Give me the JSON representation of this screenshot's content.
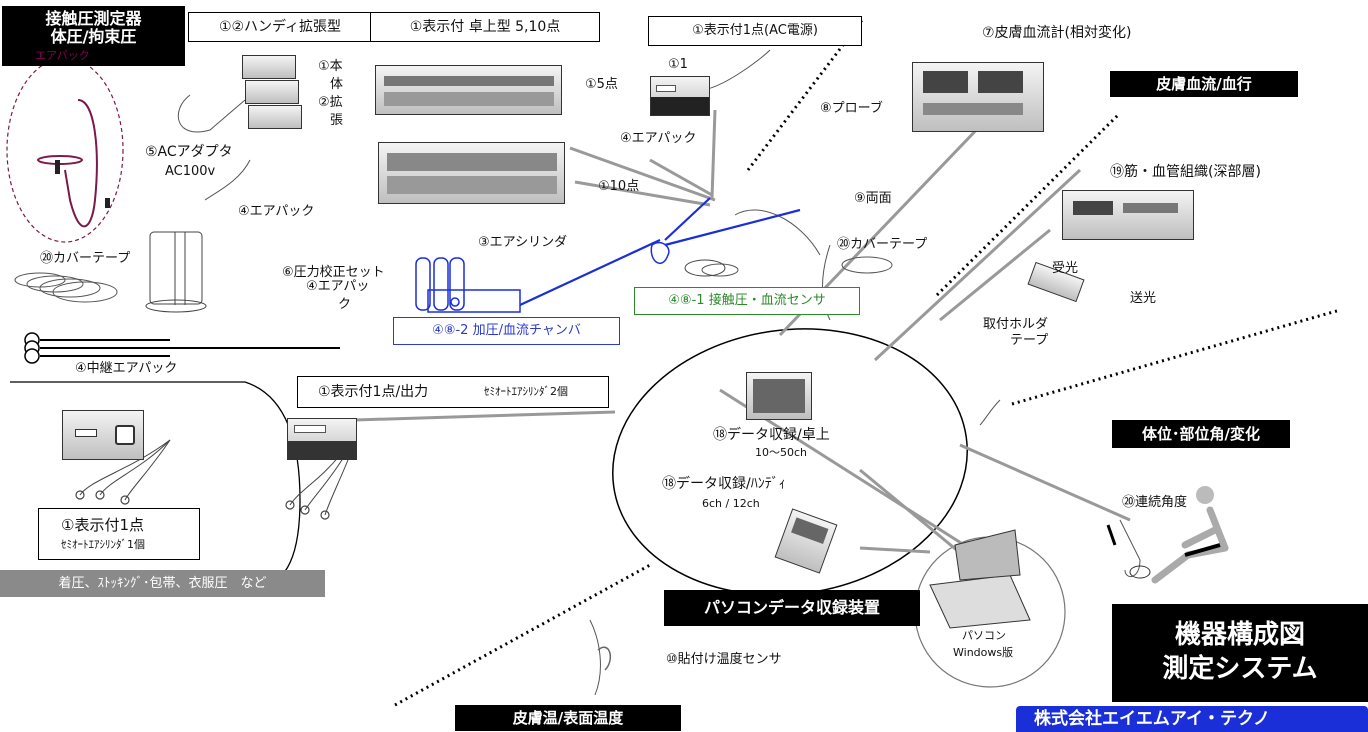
{
  "header": {
    "main_title_line1": "接触圧測定器",
    "main_title_line2": "体圧/拘束圧",
    "main_title_overlay": "エアパック"
  },
  "labels": {
    "handy": "①②ハンディ拡張型",
    "desktop": "①表示付 卓上型 5,10点",
    "ac_display": "①表示付1点(AC電源)",
    "skin_flow_meter": "⑦皮膚血流計(相対変化)",
    "main_body_1": "①本",
    "main_body_2": "体",
    "ext_1": "②拡",
    "ext_2": "張",
    "pt5": "①5点",
    "pt1": "①1",
    "airpack_a": "④エアパック",
    "probe": "⑧プローブ",
    "ac_adapter": "⑤ACアダプタ",
    "ac100": "AC100v",
    "pt10": "①10点",
    "airpack_b": "④エアパック",
    "both_sides": "⑨両面",
    "muscle": "⑲筋・血管組織(深部層)",
    "cylinder": "③エアシリンダ",
    "cover_tape_a": "⑳カバーテープ",
    "cover_tape_b": "⑳カバーテープ",
    "calib_set": "⑥圧力校正セット",
    "airpack_c1": "④エアパッ",
    "airpack_c2": "ク",
    "receive": "受光",
    "transmit": "送光",
    "holder_1": "取付ホルダ",
    "holder_2": "テープ",
    "relay_airpack": "④中継エアパック",
    "output_main": "①表示付1点/出力",
    "output_sub": "ｾﾐｵｰﾄｴｱｼﾘﾝﾀﾞ2個",
    "data_desk": "⑱データ収録/卓上",
    "data_desk_ch": "10～50ch",
    "data_handy": "⑱データ収録/ﾊﾝﾃﾞｨ",
    "data_handy_ch": "6ch / 12ch",
    "disp1_main": "①表示付1点",
    "disp1_sub": "ｾﾐｵｰﾄｴｱｼﾘﾝﾀﾞ1個",
    "continuous_angle": "⑳連続角度",
    "pc_1": "パソコン",
    "pc_2": "Windows版",
    "temp_sensor": "⑩貼付け温度センサ"
  },
  "boxes": {
    "chamber": "④⑧-2 加圧/血流チャンバ",
    "sensor": "④⑧-1 接触圧・血流センサ",
    "skin_blood": "皮膚血流/血行",
    "posture": "体位･部位角/変化",
    "pc_data": "パソコンデータ収録装置",
    "skin_temp": "皮膚温/表面温度",
    "system_1": "機器構成図",
    "system_2": "測定システム",
    "company": "株式会社エイエムアイ・テクノ",
    "grey_band": "着圧、ｽﾄｯｷﾝｸﾞ･包帯、衣服圧　など"
  },
  "colors": {
    "blue_line": "#2a3ad0",
    "green_text": "#2a8a2a",
    "accent_blue": "#1a2fd8",
    "tube_purple": "#7a1a4a",
    "grey_band": "#8a8a8a"
  }
}
